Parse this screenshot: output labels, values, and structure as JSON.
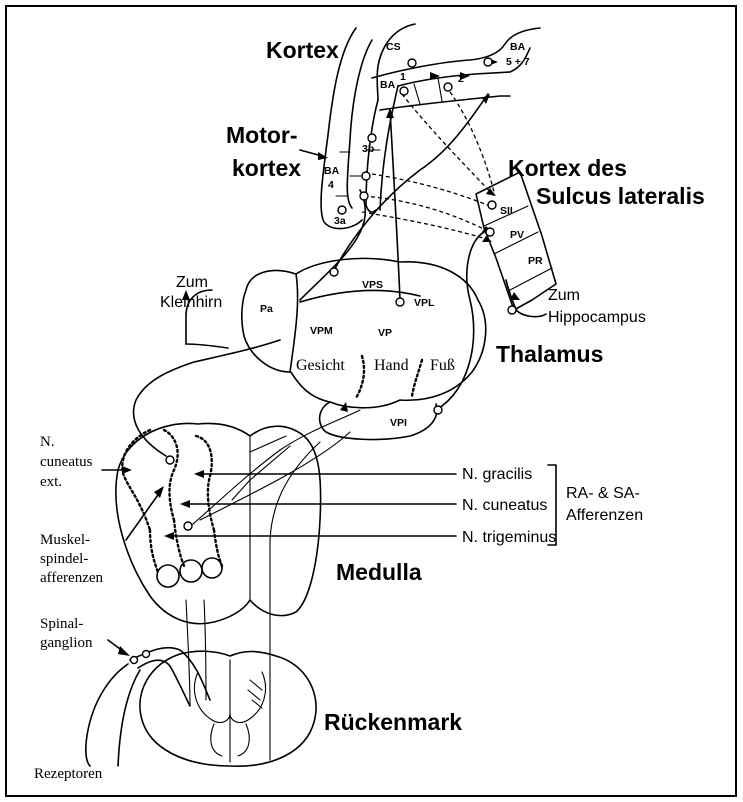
{
  "labels": {
    "kortex": "Kortex",
    "motorkortex_1": "Motor-",
    "motorkortex_2": "kortex",
    "kortex_sulcus_1": "Kortex des",
    "kortex_sulcus_2": "Sulcus lateralis",
    "thalamus": "Thalamus",
    "medulla": "Medulla",
    "rueckenmark": "Rückenmark",
    "zum_kleinhirn_1": "Zum",
    "zum_kleinhirn_2": "Kleinhirn",
    "zum_hippocampus_1": "Zum",
    "zum_hippocampus_2": "Hippocampus",
    "n_gracilis": "N. gracilis",
    "n_cuneatus": "N. cuneatus",
    "n_trigeminus": "N. trigeminus",
    "afferenzen_1": "RA- & SA-",
    "afferenzen_2": "Afferenzen",
    "n_cuneatus_ext_1": "N.",
    "n_cuneatus_ext_2": "cuneatus",
    "n_cuneatus_ext_3": "ext.",
    "muskel_1": "Muskel-",
    "muskel_2": "spindel-",
    "muskel_3": "afferenzen",
    "spinal_1": "Spinal-",
    "spinal_2": "ganglion",
    "rezeptoren": "Rezeptoren",
    "gesicht": "Gesicht",
    "hand": "Hand",
    "fuss": "Fuß"
  },
  "areas": {
    "cs": "CS",
    "ba5_1": "BA",
    "ba5_2": "5 + 7",
    "ba1": "BA",
    "ba1_num": "1",
    "two": "2",
    "ba4_1": "BA",
    "ba4_2": "4",
    "a3b": "3b",
    "a3a": "3a",
    "sii": "SII",
    "pv": "PV",
    "pr": "PR",
    "vps": "VPS",
    "pa": "Pa",
    "vpl": "VPL",
    "vpm": "VPM",
    "vp": "VP",
    "vpi": "VPI"
  }
}
